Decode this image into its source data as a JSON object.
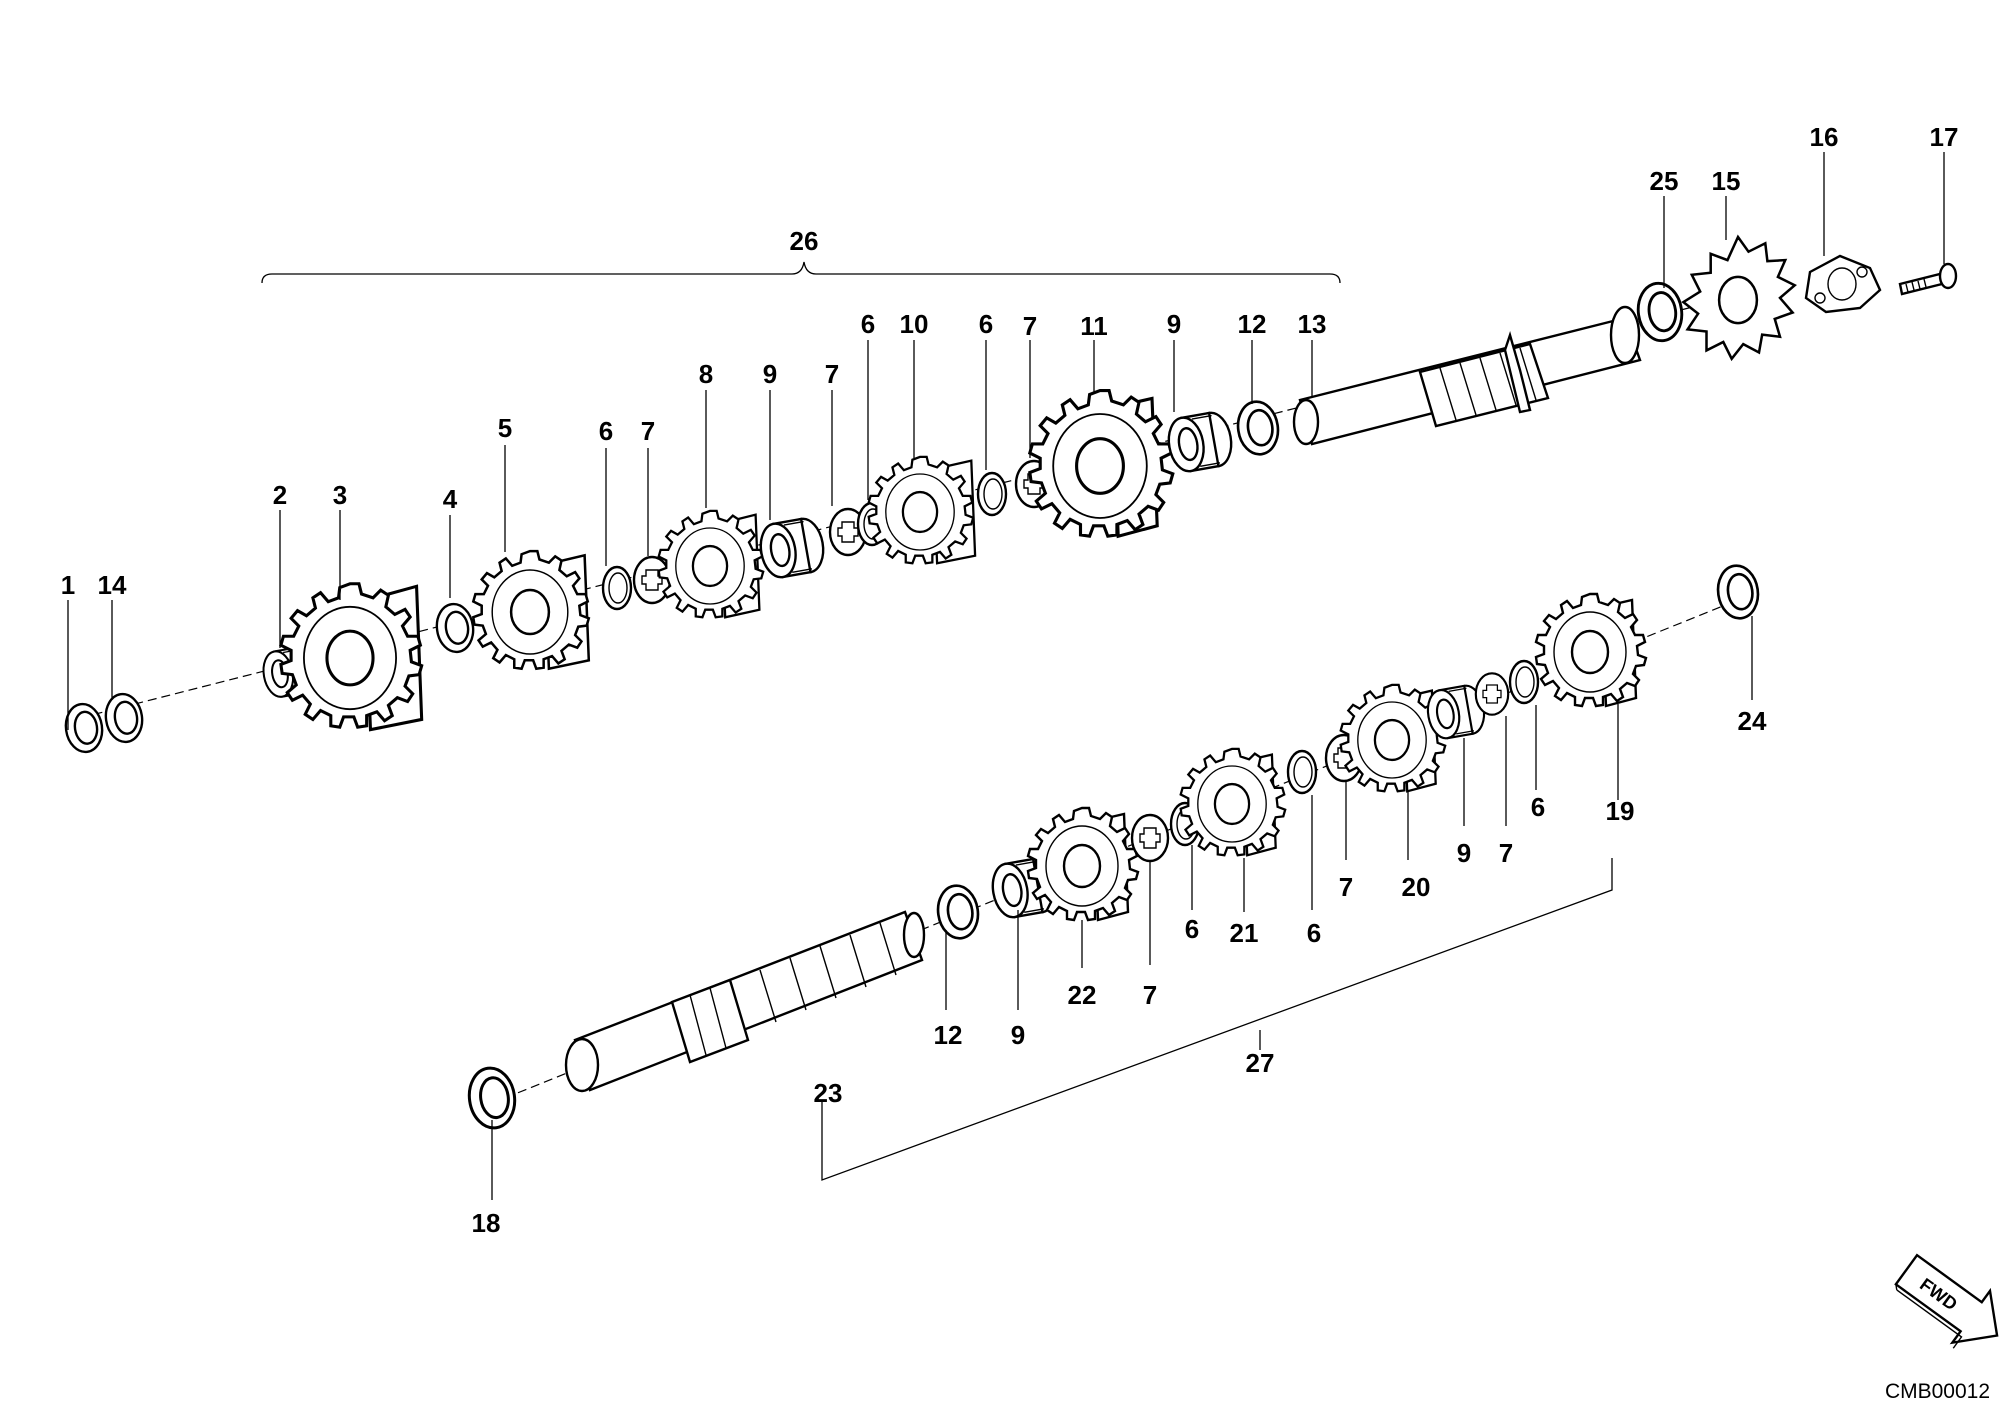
{
  "figure": {
    "drawing_code": "CMB00012",
    "direction_label": "FWD"
  },
  "callouts": {
    "group_main_shaft": "26",
    "group_counter_shaft": "27",
    "upper_shaft": [
      {
        "id": "c1",
        "text": "1"
      },
      {
        "id": "c14",
        "text": "14"
      },
      {
        "id": "c2",
        "text": "2"
      },
      {
        "id": "c3",
        "text": "3"
      },
      {
        "id": "c4",
        "text": "4"
      },
      {
        "id": "c5",
        "text": "5"
      },
      {
        "id": "c6a",
        "text": "6"
      },
      {
        "id": "c7a",
        "text": "7"
      },
      {
        "id": "c8",
        "text": "8"
      },
      {
        "id": "c9a",
        "text": "9"
      },
      {
        "id": "c7b",
        "text": "7"
      },
      {
        "id": "c6b",
        "text": "6"
      },
      {
        "id": "c10",
        "text": "10"
      },
      {
        "id": "c6c",
        "text": "6"
      },
      {
        "id": "c7c",
        "text": "7"
      },
      {
        "id": "c11",
        "text": "11"
      },
      {
        "id": "c9b",
        "text": "9"
      },
      {
        "id": "c12a",
        "text": "12"
      },
      {
        "id": "c13",
        "text": "13"
      },
      {
        "id": "c25",
        "text": "25"
      },
      {
        "id": "c15",
        "text": "15"
      },
      {
        "id": "c16",
        "text": "16"
      },
      {
        "id": "c17",
        "text": "17"
      }
    ],
    "lower_shaft": [
      {
        "id": "c18",
        "text": "18"
      },
      {
        "id": "c23",
        "text": "23"
      },
      {
        "id": "c12b",
        "text": "12"
      },
      {
        "id": "c9c",
        "text": "9"
      },
      {
        "id": "c22",
        "text": "22"
      },
      {
        "id": "c7d",
        "text": "7"
      },
      {
        "id": "c6d",
        "text": "6"
      },
      {
        "id": "c21",
        "text": "21"
      },
      {
        "id": "c6e",
        "text": "6"
      },
      {
        "id": "c7e",
        "text": "7"
      },
      {
        "id": "c20",
        "text": "20"
      },
      {
        "id": "c9d",
        "text": "9"
      },
      {
        "id": "c7f",
        "text": "7"
      },
      {
        "id": "c6f",
        "text": "6"
      },
      {
        "id": "c19",
        "text": "19"
      },
      {
        "id": "c24",
        "text": "24"
      }
    ]
  }
}
